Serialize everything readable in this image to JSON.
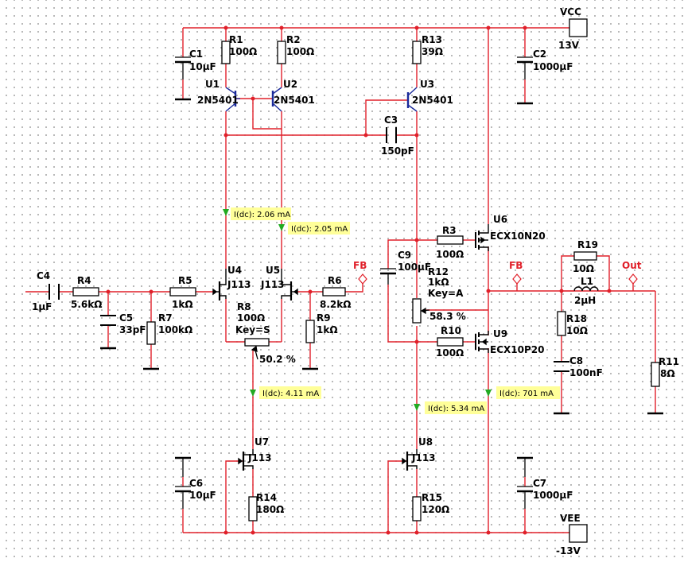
{
  "schematic": {
    "colors": {
      "wire": "#e0202a",
      "component": "#000000",
      "transistor": "#1a2a9a",
      "probe": "#ffff99",
      "arrow": "#22aa22"
    },
    "rails": {
      "vcc": "VCC",
      "vcc_value": "13V",
      "vee": "VEE",
      "vee_value": "-13V"
    },
    "ports": {
      "fb_left": "FB",
      "fb_right": "FB",
      "out": "Out"
    },
    "parts": {
      "R1": {
        "ref": "R1",
        "value": "100Ω"
      },
      "R2": {
        "ref": "R2",
        "value": "100Ω"
      },
      "R13": {
        "ref": "R13",
        "value": "39Ω"
      },
      "R3": {
        "ref": "R3",
        "value": "100Ω"
      },
      "R4": {
        "ref": "R4",
        "value": "5.6kΩ"
      },
      "R5": {
        "ref": "R5",
        "value": "1kΩ"
      },
      "R6": {
        "ref": "R6",
        "value": "8.2kΩ"
      },
      "R7": {
        "ref": "R7",
        "value": "100kΩ"
      },
      "R9": {
        "ref": "R9",
        "value": "1kΩ"
      },
      "R10": {
        "ref": "R10",
        "value": "100Ω"
      },
      "R11": {
        "ref": "R11",
        "value": "8Ω"
      },
      "R14": {
        "ref": "R14",
        "value": "180Ω"
      },
      "R15": {
        "ref": "R15",
        "value": "120Ω"
      },
      "R18": {
        "ref": "R18",
        "value": "10Ω"
      },
      "R19": {
        "ref": "R19",
        "value": "10Ω"
      },
      "R8": {
        "ref": "R8",
        "value": "100Ω",
        "key": "Key=S",
        "pct": "50.2 %"
      },
      "R12": {
        "ref": "R12",
        "value": "1kΩ",
        "key": "Key=A",
        "pct": "58.3 %"
      },
      "C1": {
        "ref": "C1",
        "value": "10µF"
      },
      "C2": {
        "ref": "C2",
        "value": "1000µF"
      },
      "C3": {
        "ref": "C3",
        "value": "150pF"
      },
      "C4": {
        "ref": "C4",
        "value": "1µF"
      },
      "C5": {
        "ref": "C5",
        "value": "33pF"
      },
      "C6": {
        "ref": "C6",
        "value": "10µF"
      },
      "C7": {
        "ref": "C7",
        "value": "1000µF"
      },
      "C8": {
        "ref": "C8",
        "value": "100nF"
      },
      "C9": {
        "ref": "C9",
        "value": "100µF"
      },
      "L1": {
        "ref": "L1",
        "value": "2µH"
      },
      "U1": {
        "ref": "U1",
        "model": "2N5401"
      },
      "U2": {
        "ref": "U2",
        "model": "2N5401"
      },
      "U3": {
        "ref": "U3",
        "model": "2N5401"
      },
      "U4": {
        "ref": "U4",
        "model": "J113"
      },
      "U5": {
        "ref": "U5",
        "model": "J113"
      },
      "U7": {
        "ref": "U7",
        "model": "J113"
      },
      "U8": {
        "ref": "U8",
        "model": "J113"
      },
      "U6": {
        "ref": "U6",
        "model": "ECX10N20"
      },
      "U9": {
        "ref": "U9",
        "model": "ECX10P20"
      }
    },
    "probes": [
      {
        "label": "I(dc): 2.06 mA"
      },
      {
        "label": "I(dc): 2.05 mA"
      },
      {
        "label": "I(dc): 4.11 mA"
      },
      {
        "label": "I(dc): 5.34 mA"
      },
      {
        "label": "I(dc): 701 mA"
      }
    ]
  }
}
